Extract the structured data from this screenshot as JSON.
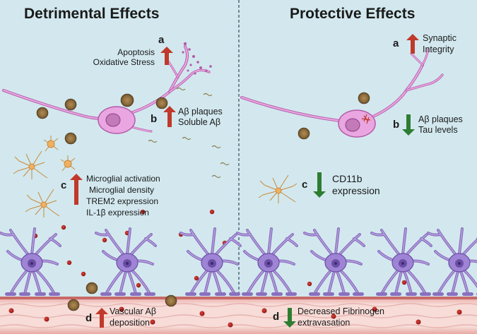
{
  "left": {
    "title": "Detrimental Effects",
    "a": {
      "letter": "a",
      "line1": "Apoptosis",
      "line2": "Oxidative Stress",
      "direction": "up"
    },
    "b": {
      "letter": "b",
      "line1": "Aβ plaques",
      "line2": "Soluble Aβ",
      "direction": "up"
    },
    "c": {
      "letter": "c",
      "line1": "Microglial activation",
      "line2": "Microglial density",
      "line3": "TREM2 expression",
      "line4": "IL-1β expression",
      "direction": "up"
    },
    "d": {
      "letter": "d",
      "line1": "Vascular Aβ",
      "line2": "deposition",
      "direction": "up"
    }
  },
  "right": {
    "title": "Protective Effects",
    "a": {
      "letter": "a",
      "line1": "Synaptic",
      "line2": "Integrity",
      "direction": "up"
    },
    "b": {
      "letter": "b",
      "line1": "Aβ plaques",
      "line2": "Tau levels",
      "direction": "down"
    },
    "c": {
      "letter": "c",
      "line1": "CD11b",
      "line2": "expression",
      "direction": "down"
    },
    "d": {
      "letter": "d",
      "line1": "Decreased Fibrinogen",
      "line2": "extravasation",
      "direction": "down"
    }
  },
  "colors": {
    "background": "#d2e8ee",
    "up_arrow": "#c0392b",
    "down_arrow": "#2e7d32",
    "neuron": "#e9a6e0",
    "astrocyte": "#8a6fbf",
    "vessel": "#f3d2d2",
    "blood_cell": "#b71c1c"
  }
}
